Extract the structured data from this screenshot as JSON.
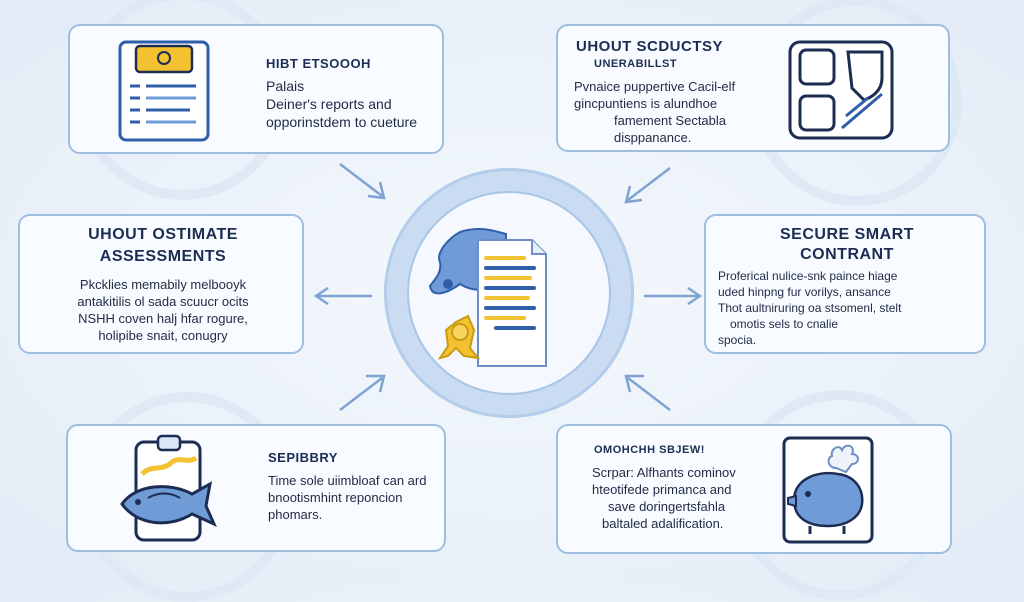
{
  "hub": {
    "icon": "document-with-seal-icon"
  },
  "cards": {
    "top_left": {
      "title": "HIBT ETSOOOH",
      "lines": [
        "Palais",
        "Deiner's reports and",
        "opporinstdem to cueture"
      ],
      "icon": "clipboard-checklist-icon"
    },
    "top_right": {
      "title": "UHOUT SCDUCTSY",
      "subtitle": "UNERABILLST",
      "lines": [
        "Pvnaice puppertive Cacil-elf",
        "gincpuntiens is alundhoe",
        "famement Sectabla",
        "disppanance."
      ],
      "icon": "circuit-panel-icon"
    },
    "mid_left": {
      "title": "UHOUT OSTIMATE",
      "subtitle": "ASSESSMENTS",
      "lines": [
        "Pkcklies memabily melbooyk",
        "antakitilis ol sada scuucr ocits",
        "NSHH coven halj hfar rogure,",
        "holipibe snait, conugry"
      ]
    },
    "mid_right": {
      "title": "SECURE SMART",
      "subtitle": "CONTRANT",
      "lines": [
        "Proferical nulice-snk paince hiage",
        "uded hinpng fur vorilys, ansance",
        "Thot aultniruring oa stsomenl, stelt",
        "omotis sels to cnalie",
        "spocia."
      ]
    },
    "bottom_left": {
      "title": "SEPIBBRY",
      "lines": [
        "Time sole uiimbloaf can ard",
        "bnootismhint reponcion",
        "phomars."
      ],
      "icon": "clipboard-fish-icon"
    },
    "bottom_right": {
      "title": "OMOHCHH SBJEW!",
      "lines": [
        "Scrpar: Alfhants cominov",
        "hteotifede primanca and",
        "save doringertsfahla",
        "baltaled adalification."
      ],
      "icon": "piggy-bank-icon"
    }
  },
  "colors": {
    "accent": "#2f5fa8",
    "card_border": "#9fbde0",
    "title": "#1c2c52",
    "highlight": "#f2c230"
  }
}
